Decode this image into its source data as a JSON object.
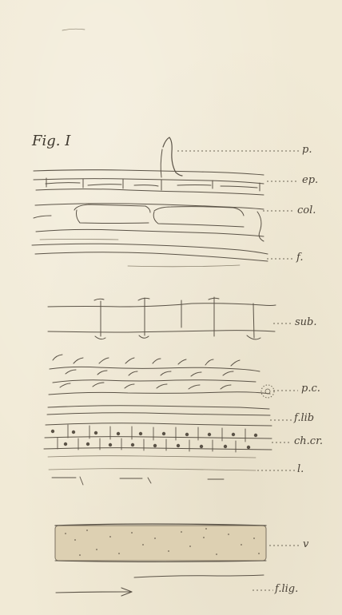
{
  "figure": {
    "title": "Fig. I"
  },
  "labels": {
    "p": "p.",
    "ep": "ep.",
    "col": "col.",
    "f": "f.",
    "sub": "sub.",
    "pc": "p.c.",
    "flib": "f.lib",
    "chcr": "ch.cr.",
    "l": "l.",
    "v": "v",
    "flig": "f.lig."
  },
  "colors": {
    "paper": "#f1ead6",
    "ink": "#5b5347"
  }
}
